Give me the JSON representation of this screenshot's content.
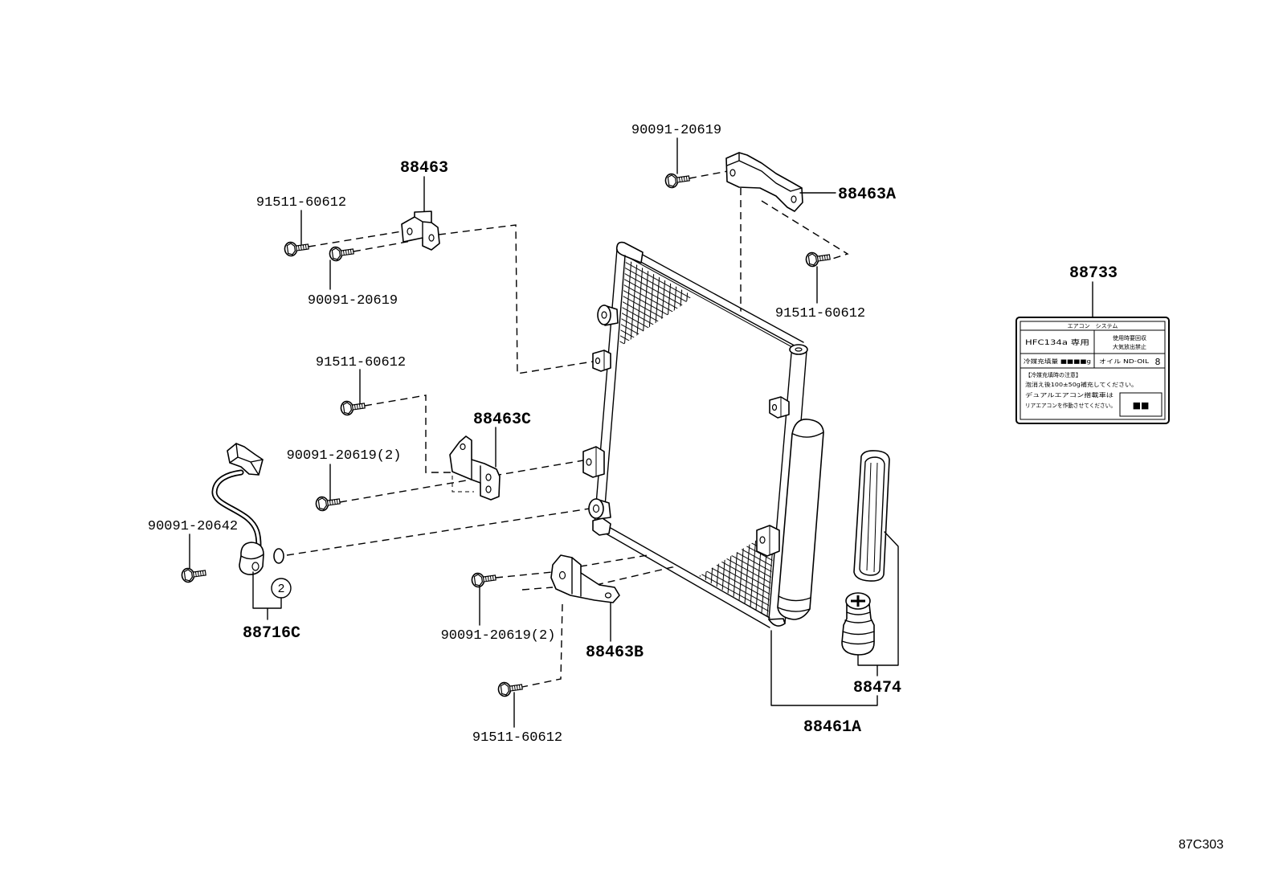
{
  "callouts": {
    "top_center_bolt": "90091-20619",
    "upper_left_bracket": "88463",
    "upper_right_bracket": "88463A",
    "upper_left_bolt_outer": "91511-60612",
    "upper_left_bolt_inner": "90091-20619",
    "label_part": "88733",
    "upper_right_bolt": "91511-60612",
    "middle_left_bolt_upper": "91511-60612",
    "middle_left_bracket": "88463C",
    "middle_left_bolt_lower": "90091-20619(2)",
    "sensor_bolt": "90091-20642",
    "sensor": "88716C",
    "lower_bolt_upper": "90091-20619(2)",
    "lower_bracket": "88463B",
    "filter_parts": "88474",
    "condenser": "88461A",
    "lower_bolt_lower": "91511-60612"
  },
  "ref_mark": "2",
  "figure_code": "87C303",
  "caution_label": {
    "header": "エアコン　システム",
    "refrigerant": "HFC134a 専用",
    "recovery_line1": "使用時要回収",
    "recovery_line2": "大気放出禁止",
    "charge_amount": "冷媒充填量 ■■■■g",
    "oil": "オイル ND-OIL",
    "oil_number": "8",
    "note_title": "【冷媒充填時の注意】",
    "note_line1": "泡消え後100±50g補充してください。",
    "note_line2": "デュアルエアコン搭載車は",
    "note_line3": "リアエアコンを作動させてください。",
    "code_box": "■■"
  }
}
